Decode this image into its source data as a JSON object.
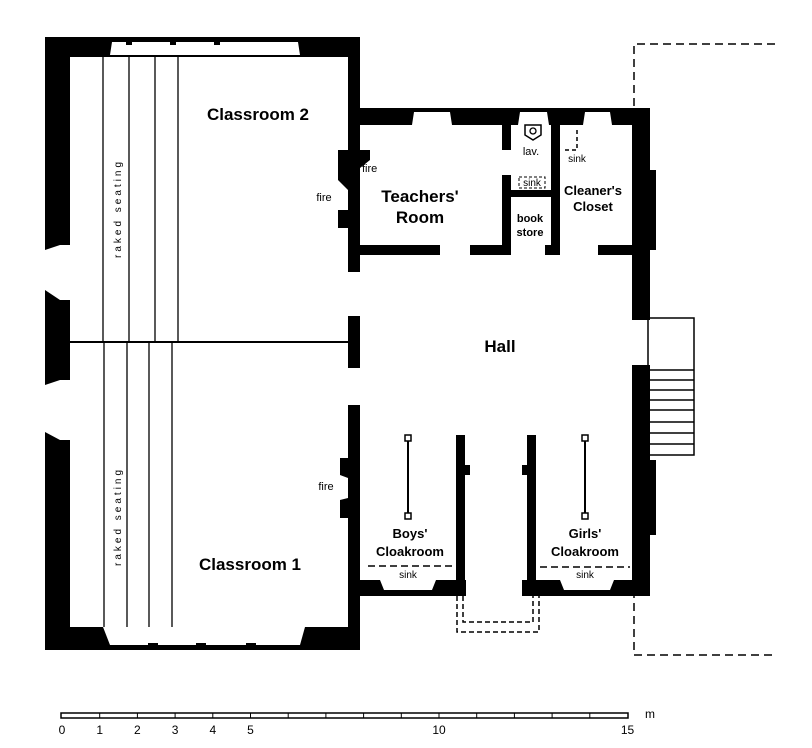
{
  "rooms": {
    "classroom2": "Classroom 2",
    "classroom1": "Classroom 1",
    "teachers_room_1": "Teachers'",
    "teachers_room_2": "Room",
    "hall": "Hall",
    "cleaners_closet_1": "Cleaner's",
    "cleaners_closet_2": "Closet",
    "book_store_1": "book",
    "book_store_2": "store",
    "lav": "lav.",
    "boys_cloakroom_1": "Boys'",
    "boys_cloakroom_2": "Cloakroom",
    "girls_cloakroom_1": "Girls'",
    "girls_cloakroom_2": "Cloakroom"
  },
  "fixtures": {
    "raked_seating_top": "raked seating",
    "raked_seating_bottom": "raked seating",
    "fire_classroom2": "fire",
    "fire_teachers": "fire",
    "fire_classroom1": "fire",
    "sink_lav": "sink",
    "sink_closet": "sink",
    "sink_boys": "sink",
    "sink_girls": "sink"
  },
  "scale": {
    "unit": "m",
    "ticks": [
      "0",
      "1",
      "2",
      "3",
      "4",
      "5",
      "10",
      "15"
    ]
  }
}
